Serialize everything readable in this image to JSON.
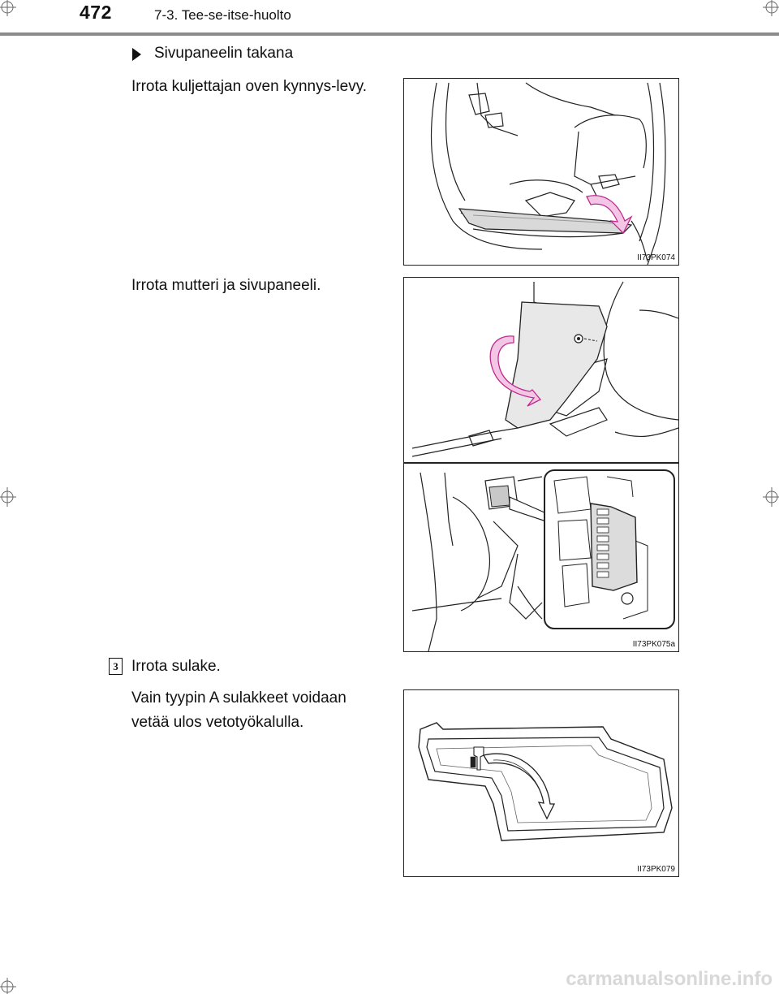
{
  "header": {
    "page_number": "472",
    "section": "7-3. Tee-se-itse-huolto"
  },
  "content": {
    "bullet_title": "Sivupaneelin takana",
    "step1_text": "Irrota kuljettajan oven kynnys-levy.",
    "step2_text": "Irrota mutteri ja sivupaneeli.",
    "step3_number": "3",
    "step3_text": "Irrota sulake.",
    "step3_note": "Vain tyypin A sulakkeet voidaan vetää ulos vetotyökalulla."
  },
  "figures": {
    "fig1_code": "II73PK074",
    "fig2_code": "II73PK075a",
    "fig3_code": "II73PK079"
  },
  "colors": {
    "arrow_fill": "#f4c6e6",
    "arrow_stroke": "#c0288c",
    "panel_fill": "#d9d9d9"
  },
  "watermark": "carmanualsonline.info"
}
